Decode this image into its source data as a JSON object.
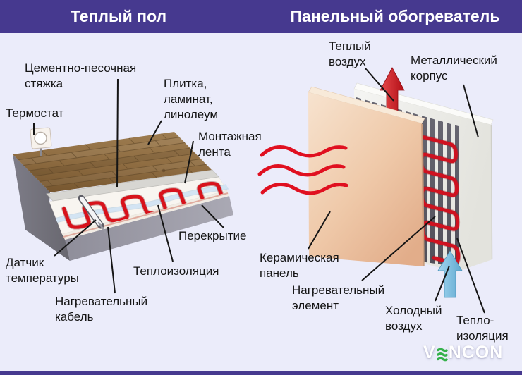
{
  "header": {
    "left_title": "Теплый пол",
    "right_title": "Панельный обогреватель"
  },
  "floor": {
    "screed": {
      "l1": "Цементно-песочная",
      "l2": "стяжка"
    },
    "thermostat": {
      "l1": "Термостат"
    },
    "covering": {
      "l1": "Плитка,",
      "l2": "ламинат,",
      "l3": "линолеум"
    },
    "tape": {
      "l1": "Монтажная",
      "l2": "лента"
    },
    "slab": {
      "l1": "Перекрытие"
    },
    "sensor": {
      "l1": "Датчик",
      "l2": "температуры"
    },
    "insulation": {
      "l1": "Теплоизоляция"
    },
    "cable": {
      "l1": "Нагревательный",
      "l2": "кабель"
    }
  },
  "panel": {
    "warm_air": {
      "l1": "Теплый",
      "l2": "воздух"
    },
    "casing": {
      "l1": "Металлический",
      "l2": "корпус"
    },
    "ceramic": {
      "l1": "Керамическая",
      "l2": "панель"
    },
    "element": {
      "l1": "Нагревательный",
      "l2": "элемент"
    },
    "cold_air": {
      "l1": "Холодный",
      "l2": "воздух"
    },
    "insulation": {
      "l1": "Тепло-",
      "l2": "изоляция"
    }
  },
  "logo": {
    "v": "V",
    "ncon": "NCON"
  },
  "colors": {
    "header_bg": "#46398f",
    "background": "#ebecfa",
    "label_text": "#151515",
    "heat_red": "#d31119",
    "cold_blue": "#7fc2e5",
    "logo_green": "#35b14b",
    "wood_brown": "#8a683f",
    "panel_beige": "#eec3a0",
    "metal_gray": "#f1f1ee"
  }
}
